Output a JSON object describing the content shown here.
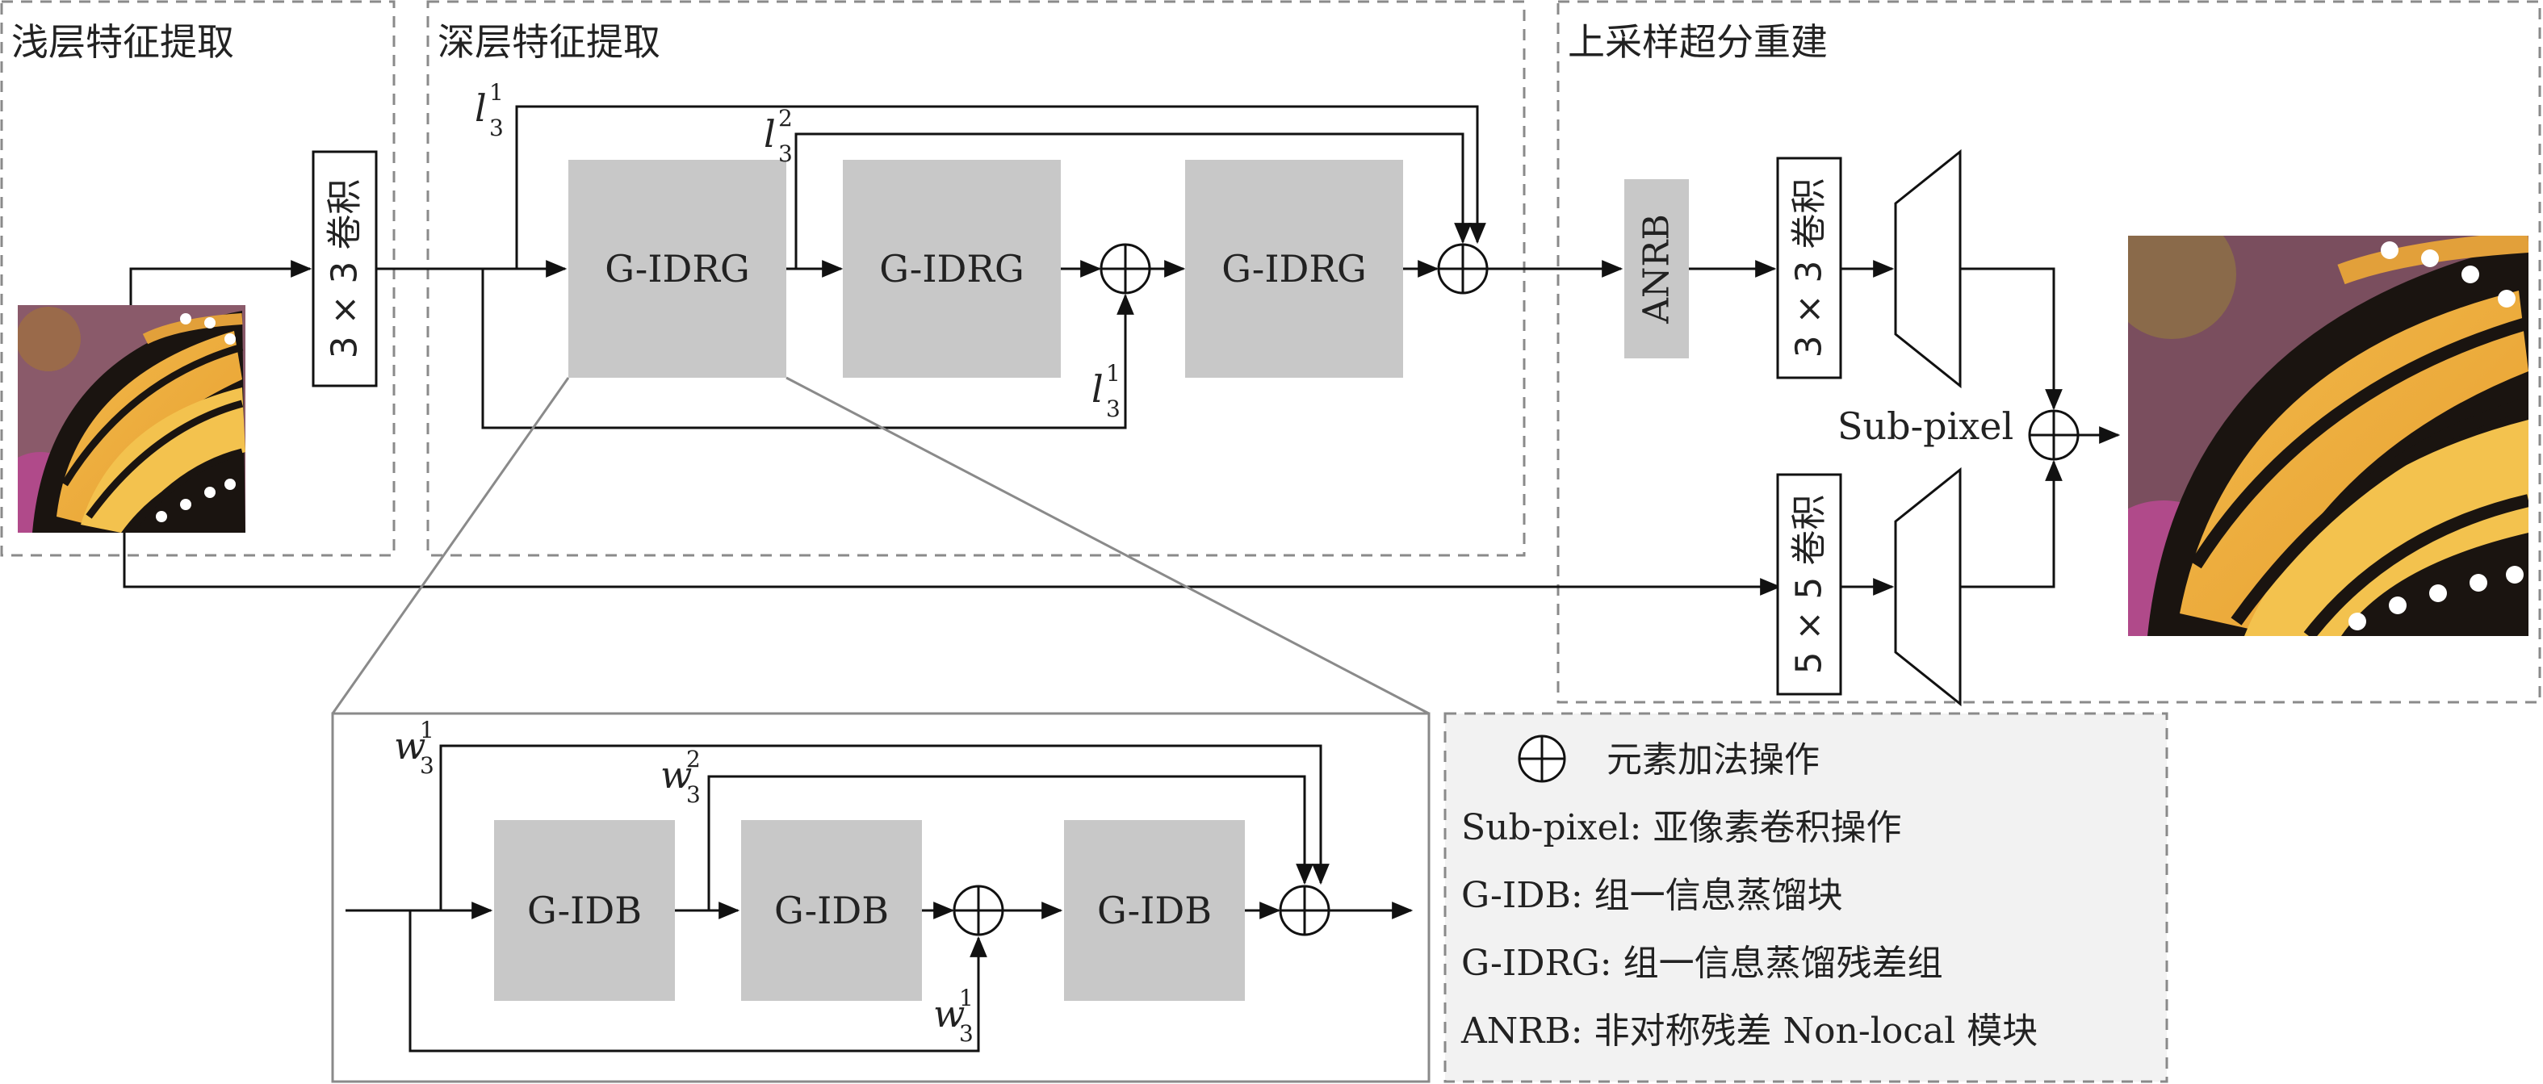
{
  "sections": {
    "shallow": "浅层特征提取",
    "deep": "深层特征提取",
    "upsample": "上采样超分重建"
  },
  "blocks": {
    "conv3x3": "3 × 3 卷积",
    "conv5x5": "5 × 5 卷积",
    "gidrg": "G-IDRG",
    "gidb": "G-IDB",
    "anrb": "ANRB",
    "subpixel": "Sub-pixel"
  },
  "math": {
    "l_sym": "l",
    "w_sym": "w",
    "sub": "3",
    "sup1": "1",
    "sup2": "2"
  },
  "legend": {
    "plus": "元素加法操作",
    "line1": "Sub-pixel: 亚像素卷积操作",
    "line2": "G-IDB: 组一信息蒸馏块",
    "line3": "G-IDRG: 组一信息蒸馏残差组",
    "line4": "ANRB: 非对称残差 Non-local 模块"
  },
  "colors": {
    "block_fill": "#c8c8c8",
    "legend_bg": "#f2f2f2",
    "dashed_border": "#8a8a8a"
  }
}
